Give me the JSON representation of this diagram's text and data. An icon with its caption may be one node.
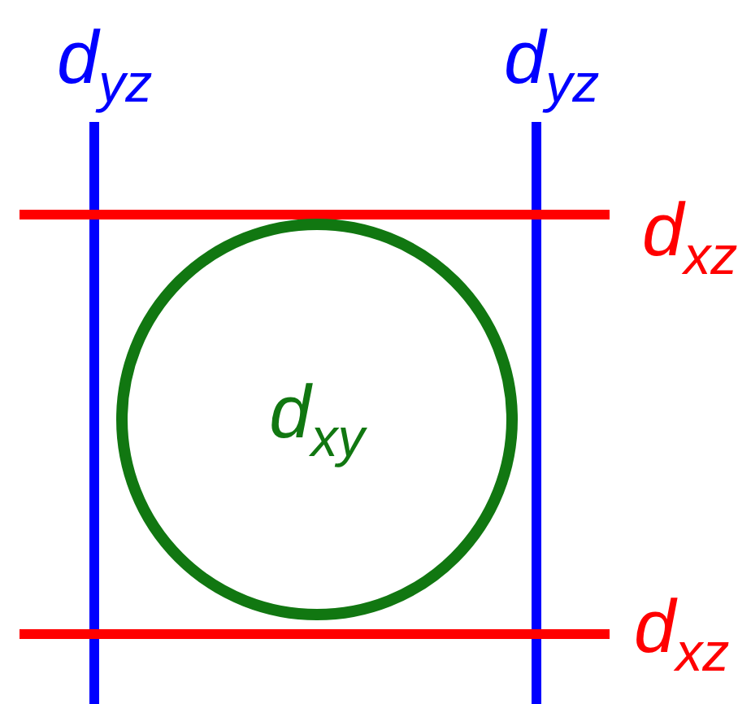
{
  "diagram": {
    "nodes": [
      {
        "text": [
          "d$_{xy}$"
        ]
      }
    ],
    "labels": [
      "d$_{yz}$",
      "d$_{yz}$",
      "d$_{xz}$",
      "d$_{xz}$"
    ]
  }
}
